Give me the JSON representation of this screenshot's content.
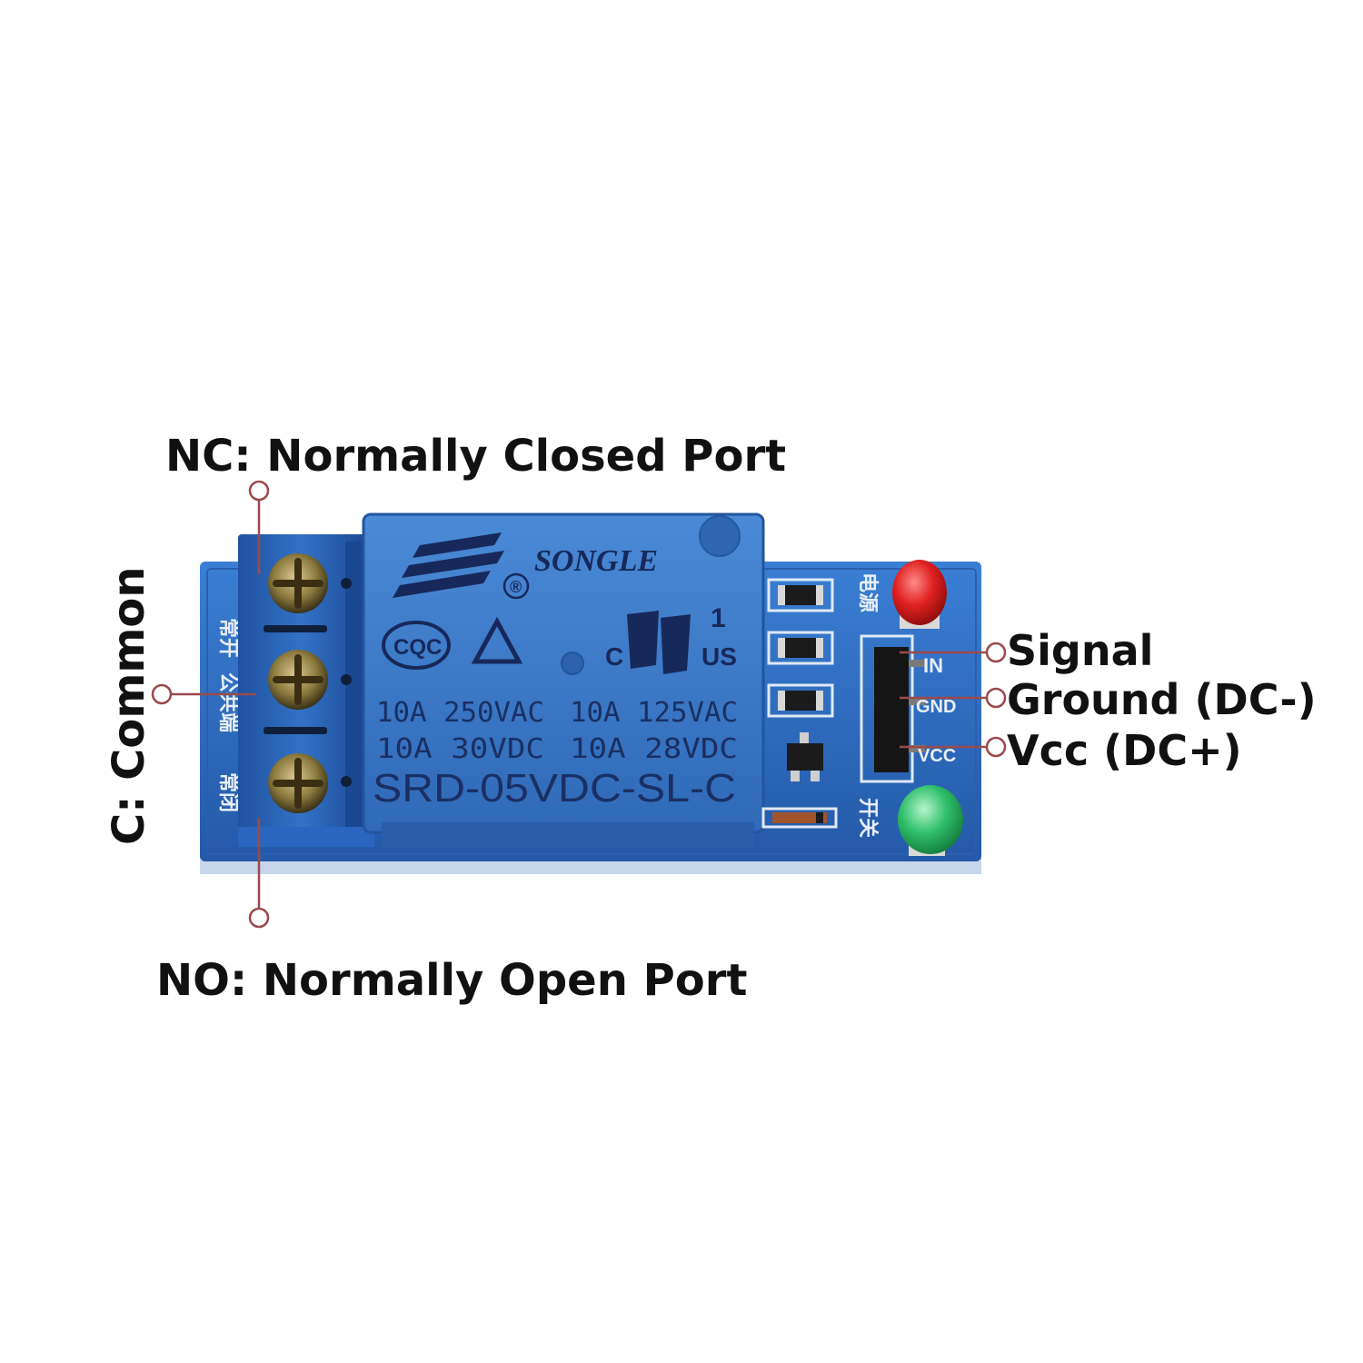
{
  "labels": {
    "nc": "NC: Normally Closed Port",
    "no": "NO: Normally Open Port",
    "common": "C: Common",
    "signal": "Signal",
    "ground": "Ground (DC-)",
    "vcc": "Vcc (DC+)"
  },
  "relay": {
    "brand": "SONGLE",
    "registered": "®",
    "cqc": "CQC",
    "ul_c": "C",
    "ul_us": "US",
    "ul_1": "1",
    "rating_1a": "10A 250VAC",
    "rating_1b": "10A 125VAC",
    "rating_2a": "10A 30VDC",
    "rating_2b": "10A 28VDC",
    "model": "SRD-05VDC-SL-C"
  },
  "board": {
    "pin_in": "IN",
    "pin_gnd": "GND",
    "pin_vcc": "VCC",
    "silk_nc": "常开",
    "silk_com": "公共端",
    "silk_no": "常闭",
    "silk_power": "电源",
    "silk_switch": "开关"
  },
  "colors": {
    "pcb": "#2f6fc2",
    "relay_body": "#3d7cc9",
    "terminal": "#2a63b8",
    "led_power": "#e02020",
    "led_status": "#2fbf6a",
    "leader": "#9a4a4a"
  }
}
